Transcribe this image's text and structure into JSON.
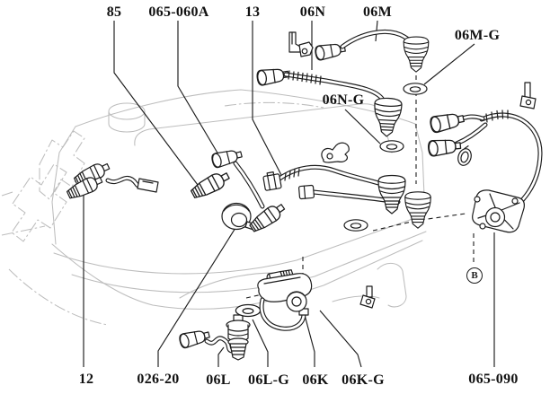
{
  "diagram": {
    "type": "engine-switch-parts-diagram",
    "colors": {
      "background": "#ffffff",
      "line": "#1c1c1c",
      "ghost_outline": "#bdbdbd",
      "label_text": "#111111"
    },
    "callouts": [
      {
        "id": "85",
        "text": "85"
      },
      {
        "id": "065-060A",
        "text": "065-060A"
      },
      {
        "id": "13",
        "text": "13"
      },
      {
        "id": "06N",
        "text": "06N"
      },
      {
        "id": "06M",
        "text": "06M"
      },
      {
        "id": "06M-G",
        "text": "06M-G"
      },
      {
        "id": "06N-G",
        "text": "06N-G"
      },
      {
        "id": "12",
        "text": "12"
      },
      {
        "id": "026-20",
        "text": "026-20"
      },
      {
        "id": "06L",
        "text": "06L"
      },
      {
        "id": "06L-G",
        "text": "06L-G"
      },
      {
        "id": "06K",
        "text": "06K"
      },
      {
        "id": "06K-G",
        "text": "06K-G"
      },
      {
        "id": "065-090",
        "text": "065-090"
      }
    ],
    "detail_marker": {
      "text": "B"
    }
  }
}
